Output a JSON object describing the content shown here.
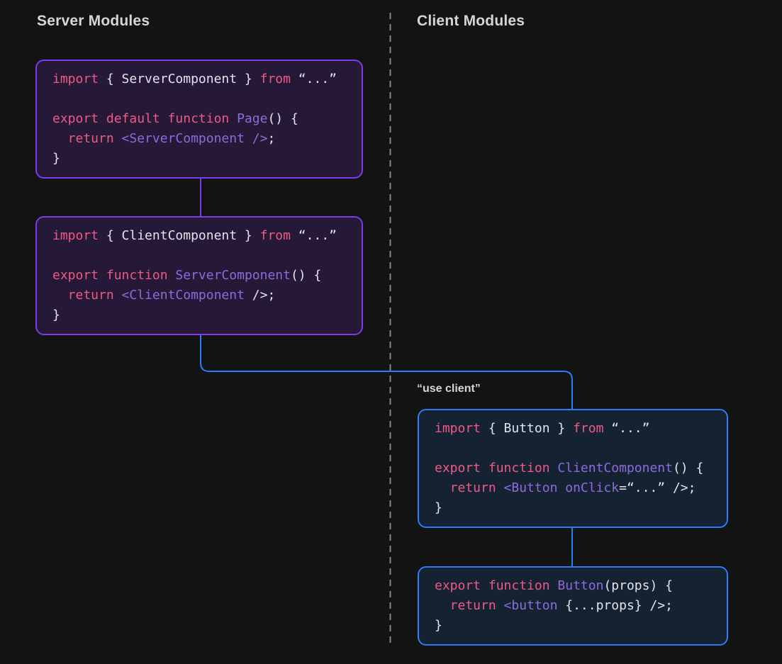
{
  "diagram": {
    "columns": {
      "server_title": "Server Modules",
      "client_title": "Client Modules"
    },
    "use_client_directive": "“use client”",
    "colors": {
      "background": "#131313",
      "heading_text": "#d6d6da",
      "divider": "#85858d",
      "server_accent": "#7d3bea",
      "server_block_bg": "#261837",
      "client_accent": "#2b7cf8",
      "client_block_bg": "#152232",
      "code_keyword": "#ee5a86",
      "code_identifier": "#8e6bdb",
      "code_plain": "#e4e4ec"
    },
    "blocks": [
      {
        "id": "page",
        "column": "server",
        "lines": [
          [
            {
              "t": "import",
              "c": "kw"
            },
            {
              "t": " { ServerComponent } ",
              "c": "pl"
            },
            {
              "t": "from",
              "c": "kw"
            },
            {
              "t": " “...”",
              "c": "pl"
            }
          ],
          [],
          [
            {
              "t": "export default function",
              "c": "kw"
            },
            {
              "t": " ",
              "c": "pl"
            },
            {
              "t": "Page",
              "c": "id"
            },
            {
              "t": "() {",
              "c": "pl"
            }
          ],
          [
            {
              "t": "  return",
              "c": "kw"
            },
            {
              "t": " ",
              "c": "pl"
            },
            {
              "t": "<ServerComponent />",
              "c": "id"
            },
            {
              "t": ";",
              "c": "pl"
            }
          ],
          [
            {
              "t": "}",
              "c": "pl"
            }
          ]
        ]
      },
      {
        "id": "server-component",
        "column": "server",
        "lines": [
          [
            {
              "t": "import",
              "c": "kw"
            },
            {
              "t": " { ClientComponent } ",
              "c": "pl"
            },
            {
              "t": "from",
              "c": "kw"
            },
            {
              "t": " “...”",
              "c": "pl"
            }
          ],
          [],
          [
            {
              "t": "export function",
              "c": "kw"
            },
            {
              "t": " ",
              "c": "pl"
            },
            {
              "t": "ServerComponent",
              "c": "id"
            },
            {
              "t": "() {",
              "c": "pl"
            }
          ],
          [
            {
              "t": "  return",
              "c": "kw"
            },
            {
              "t": " ",
              "c": "pl"
            },
            {
              "t": "<ClientComponent",
              "c": "id"
            },
            {
              "t": " />;",
              "c": "pl"
            }
          ],
          [
            {
              "t": "}",
              "c": "pl"
            }
          ]
        ]
      },
      {
        "id": "client-component",
        "column": "client",
        "lines": [
          [
            {
              "t": "import",
              "c": "kw"
            },
            {
              "t": " { Button } ",
              "c": "pl"
            },
            {
              "t": "from",
              "c": "kw"
            },
            {
              "t": " “...”",
              "c": "pl"
            }
          ],
          [],
          [
            {
              "t": "export function",
              "c": "kw"
            },
            {
              "t": " ",
              "c": "pl"
            },
            {
              "t": "ClientComponent",
              "c": "id"
            },
            {
              "t": "() {",
              "c": "pl"
            }
          ],
          [
            {
              "t": "  return",
              "c": "kw"
            },
            {
              "t": " ",
              "c": "pl"
            },
            {
              "t": "<Button onClick",
              "c": "id"
            },
            {
              "t": "=“...” />;",
              "c": "pl"
            }
          ],
          [
            {
              "t": "}",
              "c": "pl"
            }
          ]
        ]
      },
      {
        "id": "button",
        "column": "client",
        "lines": [
          [
            {
              "t": "export function",
              "c": "kw"
            },
            {
              "t": " ",
              "c": "pl"
            },
            {
              "t": "Button",
              "c": "id"
            },
            {
              "t": "(props) {",
              "c": "pl"
            }
          ],
          [
            {
              "t": "  return",
              "c": "kw"
            },
            {
              "t": " ",
              "c": "pl"
            },
            {
              "t": "<button",
              "c": "id"
            },
            {
              "t": " {...props} />;",
              "c": "pl"
            }
          ],
          [
            {
              "t": "}",
              "c": "pl"
            }
          ]
        ]
      }
    ]
  }
}
